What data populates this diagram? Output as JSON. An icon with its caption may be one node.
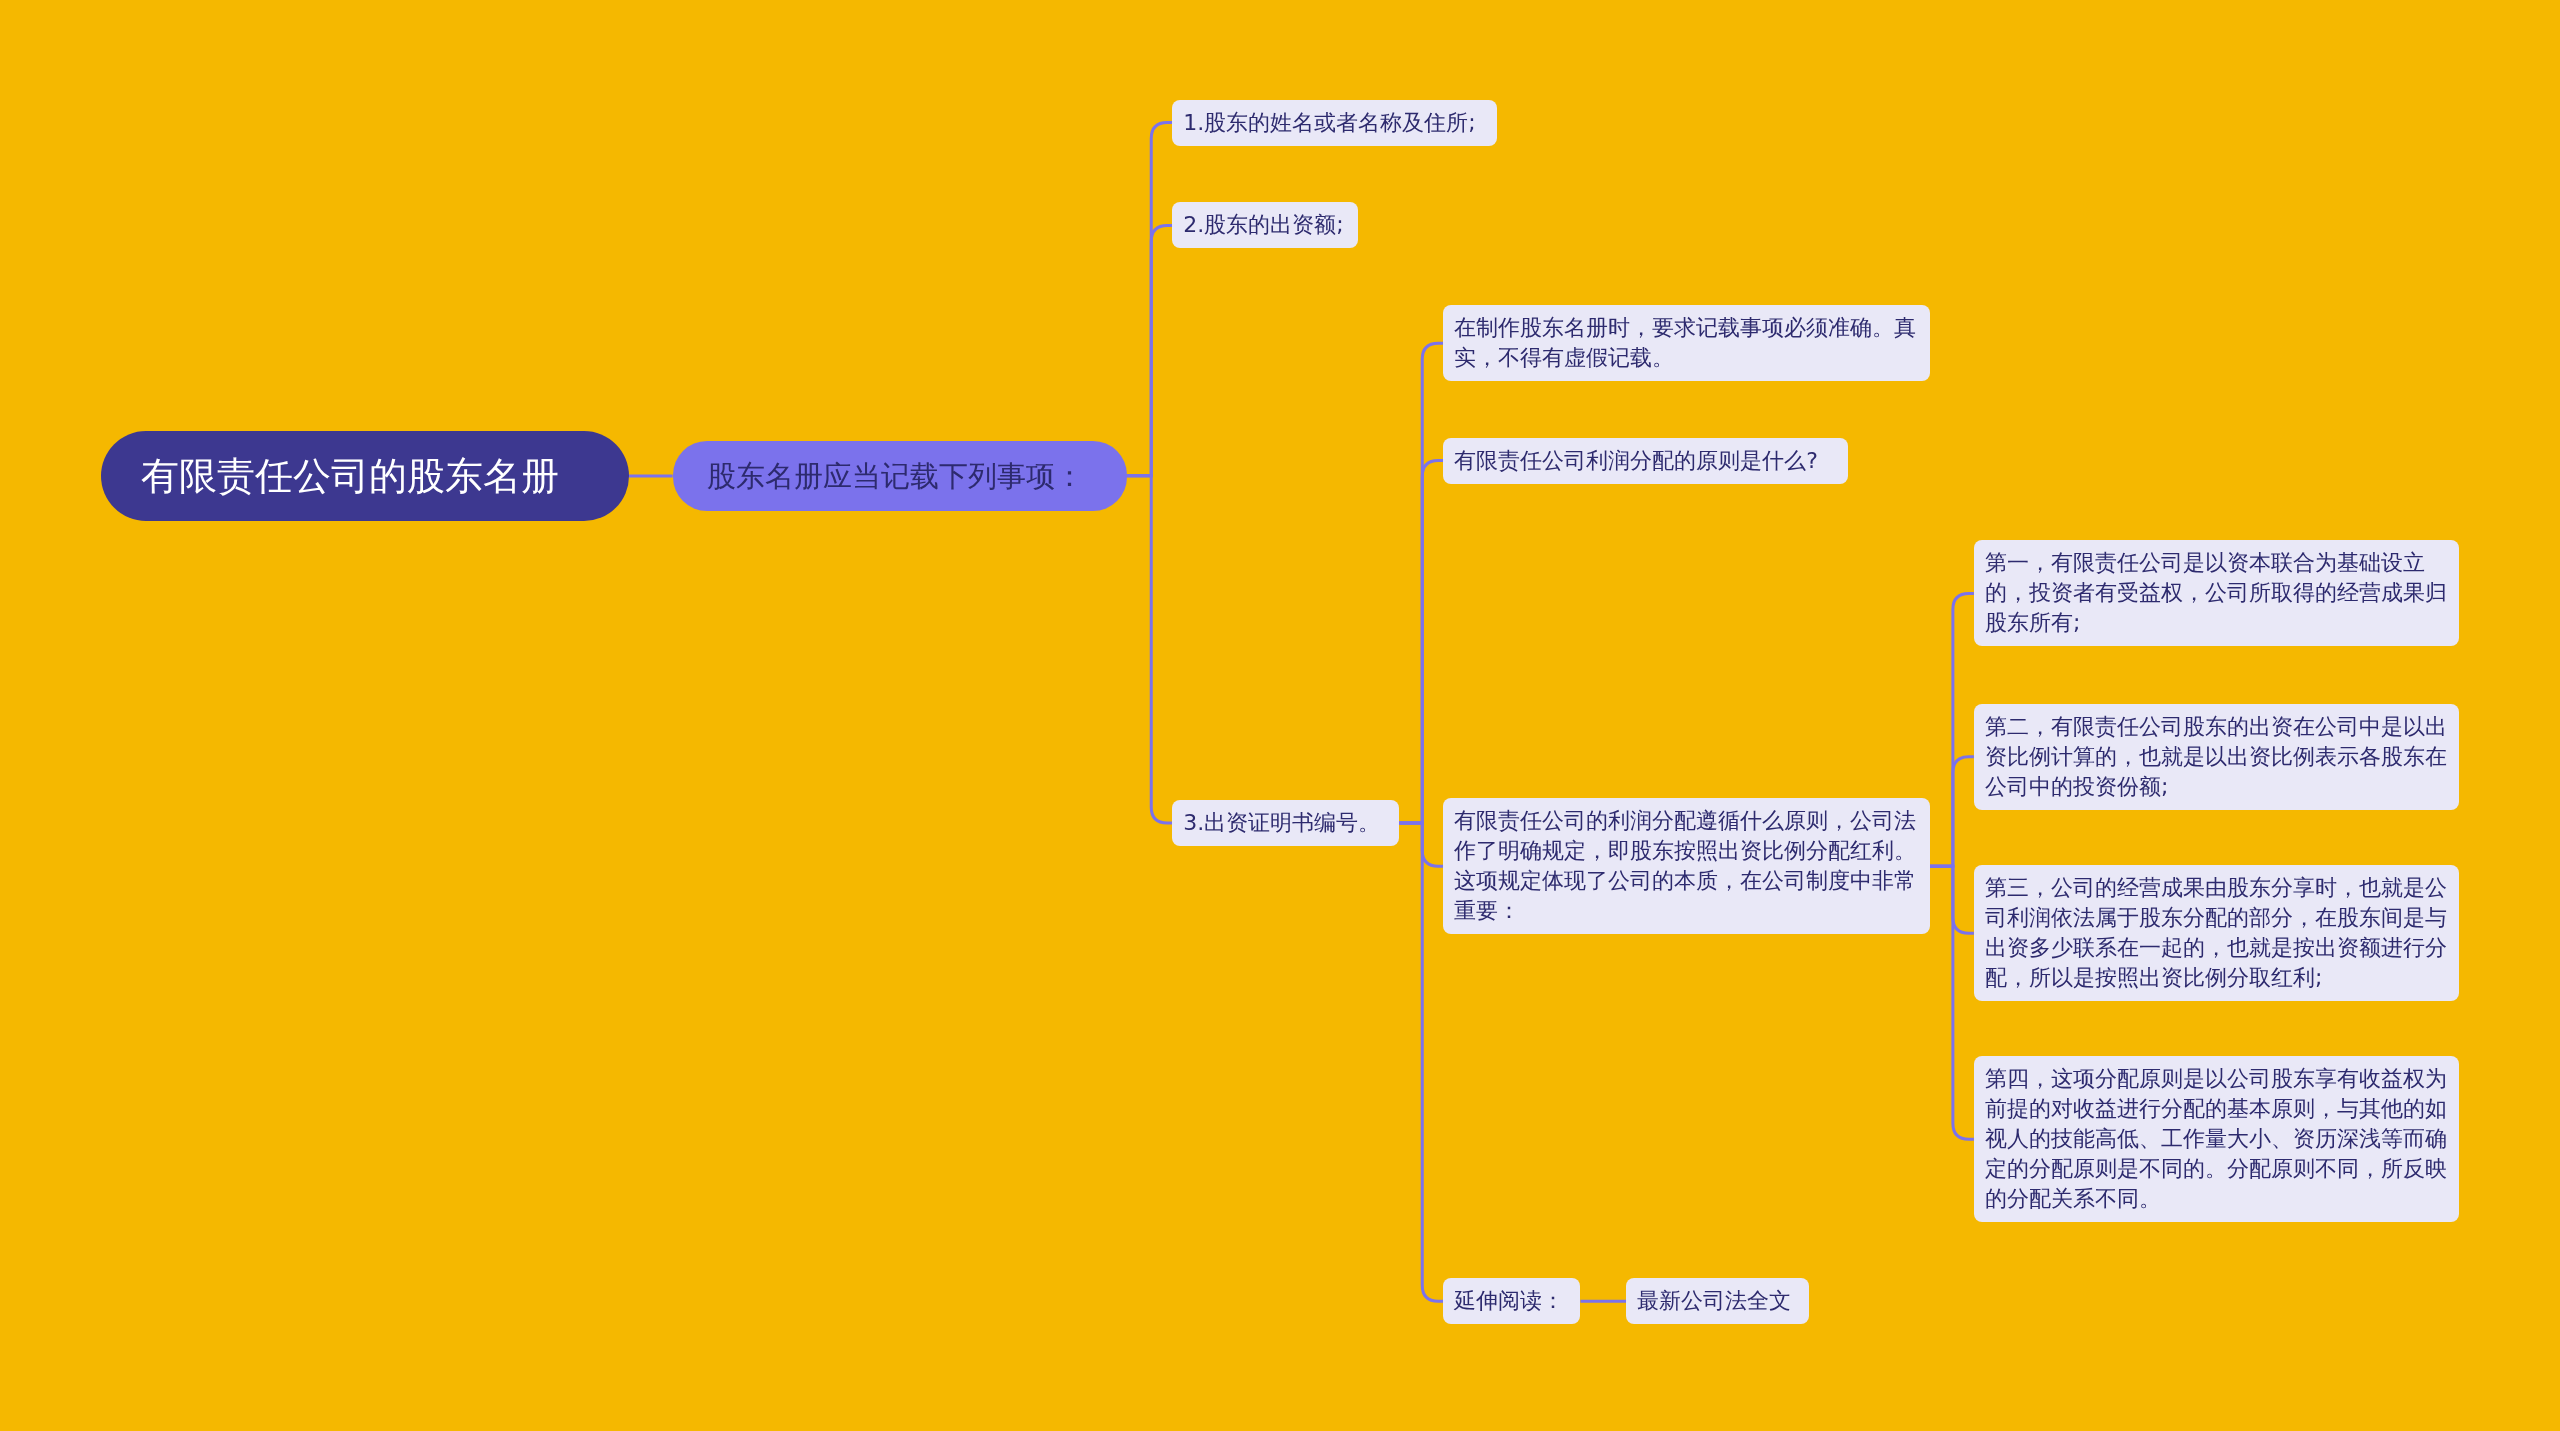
{
  "diagram": {
    "nodes": [
      {
        "text": [
          "有限责任公司的股东名册"
        ]
      },
      {
        "text": [
          "股东名册应当记载下列事项："
        ]
      },
      {
        "text": [
          "1.股东的姓名或者名称及住所;"
        ]
      },
      {
        "text": [
          "2.股东的出资额;"
        ]
      },
      {
        "text": [
          "3.出资证明书编号。"
        ]
      },
      {
        "text": [
          "在制作股东名册时，要求记载事项必须准确。真实，不得有虚假记载。"
        ]
      },
      {
        "text": [
          "有限责任公司利润分配的原则是什么?"
        ]
      },
      {
        "text": [
          "有限责任公司的利润分配遵循什么原则，公司法作了明确规定，即股东按照出资比例分配红利。这项规定体现了公司的本质，在公司制度中非常重要："
        ]
      },
      {
        "text": [
          "第一，有限责任公司是以资本联合为基础设立的，投资者有受益权，公司所取得的经营成果归股东所有;"
        ]
      },
      {
        "text": [
          "第二，有限责任公司股东的出资在公司中是以出资比例计算的，也就是以出资比例表示各股东在公司中的投资份额;"
        ]
      },
      {
        "text": [
          "第三，公司的经营成果由股东分享时，也就是公司利润依法属于股东分配的部分，在股东间是与出资多少联系在一起的，也就是按出资额进行分配，所以是按照出资比例分取红利;"
        ]
      },
      {
        "text": [
          "第四，这项分配原则是以公司股东享有收益权为前提的对收益进行分配的基本原则，与其他的如视人的技能高低、工作量大小、资历深浅等而确定的分配原则是不同的。分配原则不同，所反映的分配关系不同。"
        ]
      },
      {
        "text": [
          "延伸阅读："
        ]
      },
      {
        "text": [
          "最新公司法全文"
        ]
      }
    ],
    "edges": [
      {
        "from": 0,
        "to": 1,
        "arrow": "none"
      },
      {
        "from": 1,
        "to": 2,
        "arrow": "none"
      },
      {
        "from": 1,
        "to": 3,
        "arrow": "none"
      },
      {
        "from": 1,
        "to": 4,
        "arrow": "none"
      },
      {
        "from": 4,
        "to": 5,
        "arrow": "none"
      },
      {
        "from": 4,
        "to": 6,
        "arrow": "none"
      },
      {
        "from": 4,
        "to": 7,
        "arrow": "none"
      },
      {
        "from": 4,
        "to": 12,
        "arrow": "none"
      },
      {
        "from": 7,
        "to": 8,
        "arrow": "none"
      },
      {
        "from": 7,
        "to": 9,
        "arrow": "none"
      },
      {
        "from": 7,
        "to": 10,
        "arrow": "none"
      },
      {
        "from": 7,
        "to": 11,
        "arrow": "none"
      },
      {
        "from": 12,
        "to": 13,
        "arrow": "none"
      }
    ]
  }
}
